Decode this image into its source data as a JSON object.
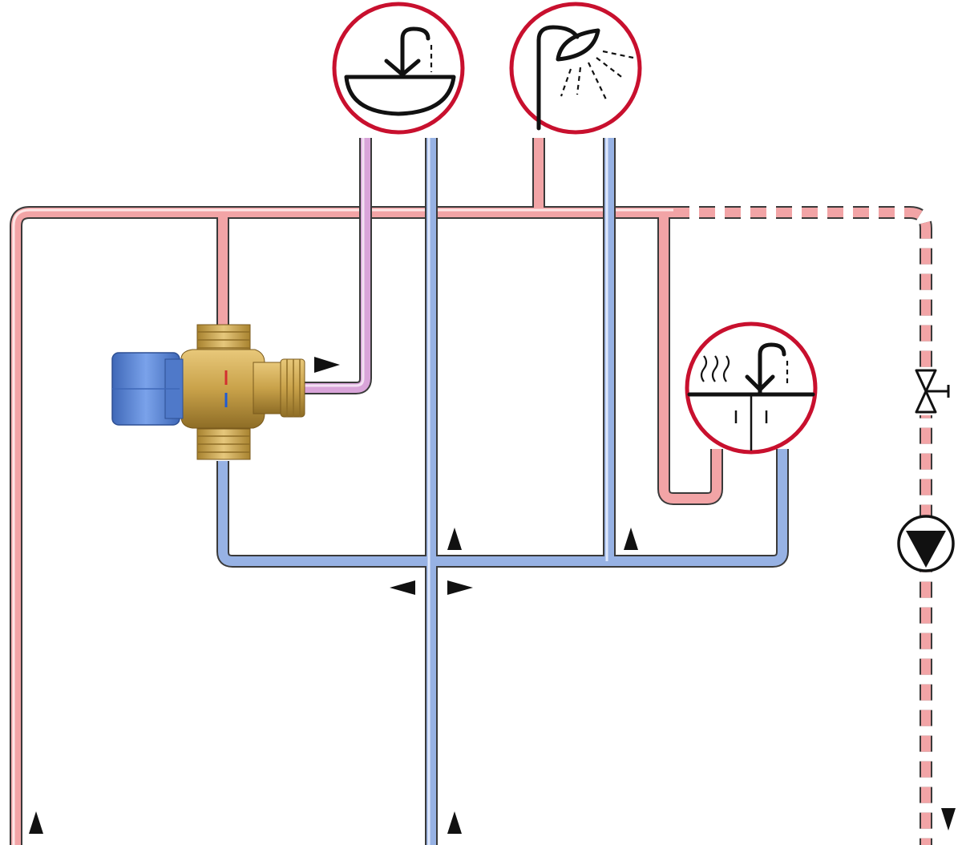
{
  "colors": {
    "hot_pipe": "#f2a4a6",
    "cold_pipe": "#97b2e4",
    "mixed_pipe": "#d9a4d9",
    "pipe_outline": "#3a3a3a",
    "fixture_ring": "#c8102e",
    "valve_brass": "#c9a24a",
    "valve_knob": "#5b86d6"
  },
  "fixtures": [
    {
      "id": "washbasin",
      "icon": "washbasin-icon"
    },
    {
      "id": "shower",
      "icon": "shower-icon"
    },
    {
      "id": "kitchen-sink",
      "icon": "kitchen-sink-icon"
    }
  ],
  "components": {
    "mixing_valve": {
      "icon": "thermostatic-mixing-valve-icon"
    },
    "shutoff_valve": {
      "icon": "gate-valve-icon"
    },
    "circulation_pump": {
      "icon": "pump-icon"
    }
  },
  "flow_arrows": [
    "up",
    "up",
    "down",
    "right",
    "up",
    "up",
    "left",
    "right"
  ]
}
